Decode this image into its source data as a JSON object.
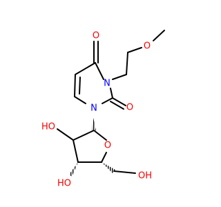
{
  "molecule": {
    "colors": {
      "bond": "#000000",
      "oxygen": "#ff0000",
      "nitrogen": "#0000ff",
      "text": "#000000"
    },
    "atom_labels": {
      "o_methoxy": "O",
      "o_c4_carbonyl": "O",
      "n3": "N",
      "o_c2_carbonyl": "O",
      "n1": "N",
      "o_ring": "O",
      "oh_c2p": "HO",
      "oh_c3p": "HO",
      "oh_c5p": "OH"
    }
  }
}
